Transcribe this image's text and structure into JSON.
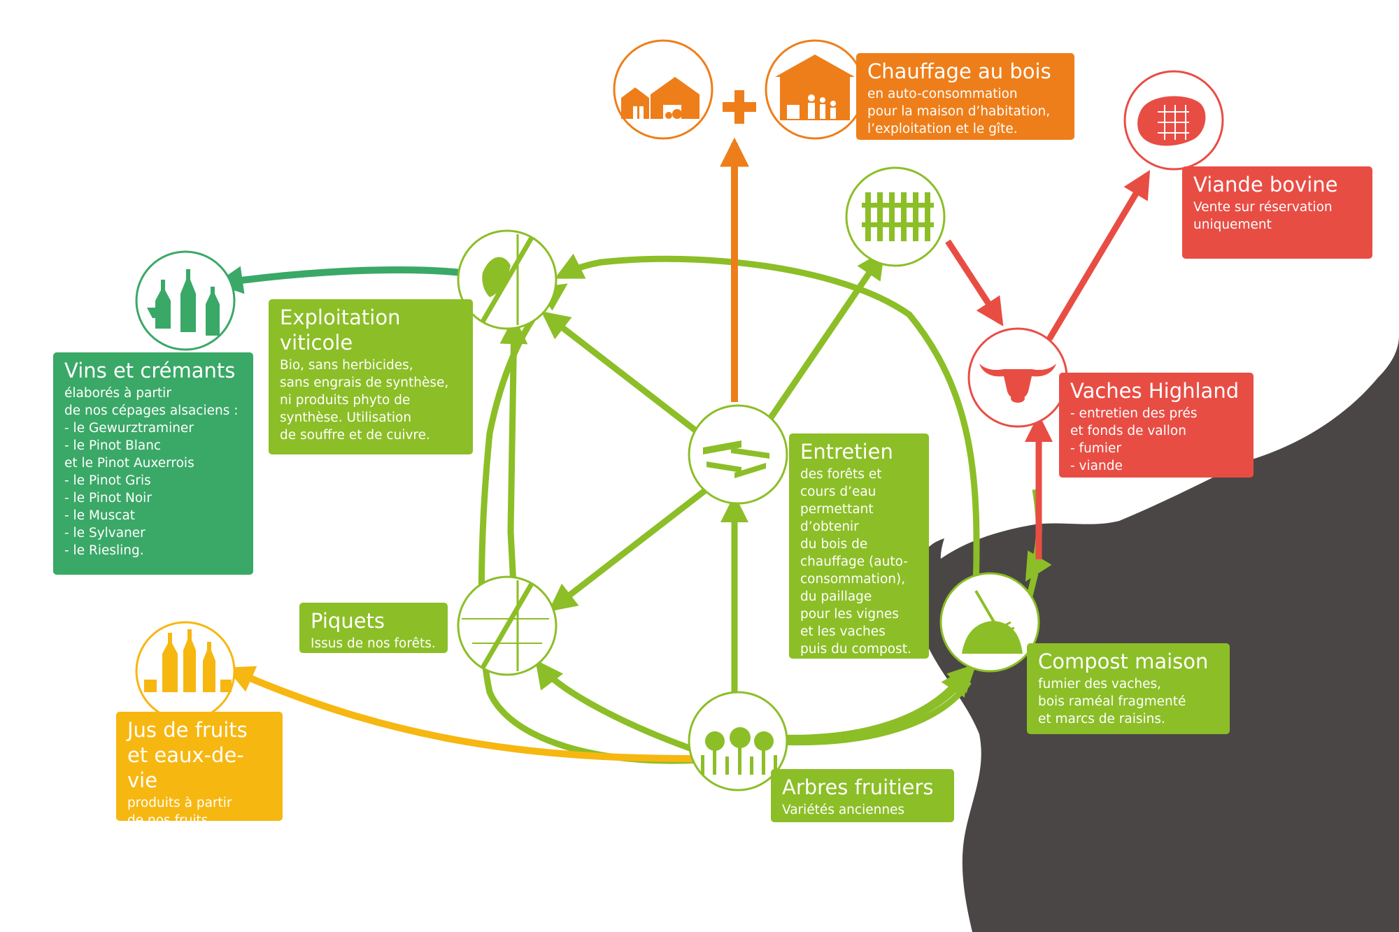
{
  "colors": {
    "green": "#8cbe27",
    "dark_green": "#3aa867",
    "orange": "#ee7e1a",
    "red": "#e84d44",
    "yellow": "#f7b711",
    "cow": "#4a4645"
  },
  "boxes": {
    "chauffage": {
      "title": "Chauffage au bois",
      "desc": "en auto-consommation\npour la maison d’habitation,\nl’exploitation et le gîte."
    },
    "viande": {
      "title": "Viande bovine",
      "desc": "Vente sur réservation\nuniquement"
    },
    "vaches": {
      "title": "Vaches Highland",
      "desc": "- entretien des prés\n  et fonds de vallon\n- fumier\n- viande"
    },
    "exploitation": {
      "title": "Exploitation\nviticole",
      "desc": "Bio, sans herbicides,\nsans engrais de synthèse,\nni produits phyto de\nsynthèse. Utilisation\nde souffre et de cuivre."
    },
    "vins": {
      "title": "Vins et crémants",
      "desc": "élaborés à partir\nde nos cépages alsaciens :\n- le Gewurztraminer\n- le Pinot Blanc\n  et le Pinot Auxerrois\n- le Pinot Gris\n- le Pinot Noir\n- le Muscat\n- le Sylvaner\n- le Riesling."
    },
    "entretien": {
      "title": "Entretien",
      "desc": "des forêts et\ncours d’eau\npermettant\nd’obtenir\ndu bois de\nchauffage (auto-\nconsommation),\ndu paillage\npour les vignes\net les vaches\npuis du compost."
    },
    "piquets": {
      "title": "Piquets",
      "desc": "Issus de nos forêts."
    },
    "compost": {
      "title": "Compost maison",
      "desc": "fumier des vaches,\nbois raméal fragmenté\net marcs de raisins."
    },
    "jus": {
      "title": "Jus de fruits\net eaux-de-vie",
      "desc": "produits à partir\nde nos fruits"
    },
    "arbres": {
      "title": "Arbres fruitiers",
      "desc": "Variétés anciennes"
    }
  },
  "icons": [
    "farm-buildings-icon",
    "plus-icon",
    "house-family-icon",
    "fence-icon",
    "steak-icon",
    "highland-cow-head-icon",
    "wine-bottles-icon",
    "vine-stake-icon",
    "logs-icon",
    "stakes-icon",
    "juice-bottles-icon",
    "fruit-trees-icon",
    "compost-pitchfork-icon",
    "highland-cow-silhouette"
  ]
}
